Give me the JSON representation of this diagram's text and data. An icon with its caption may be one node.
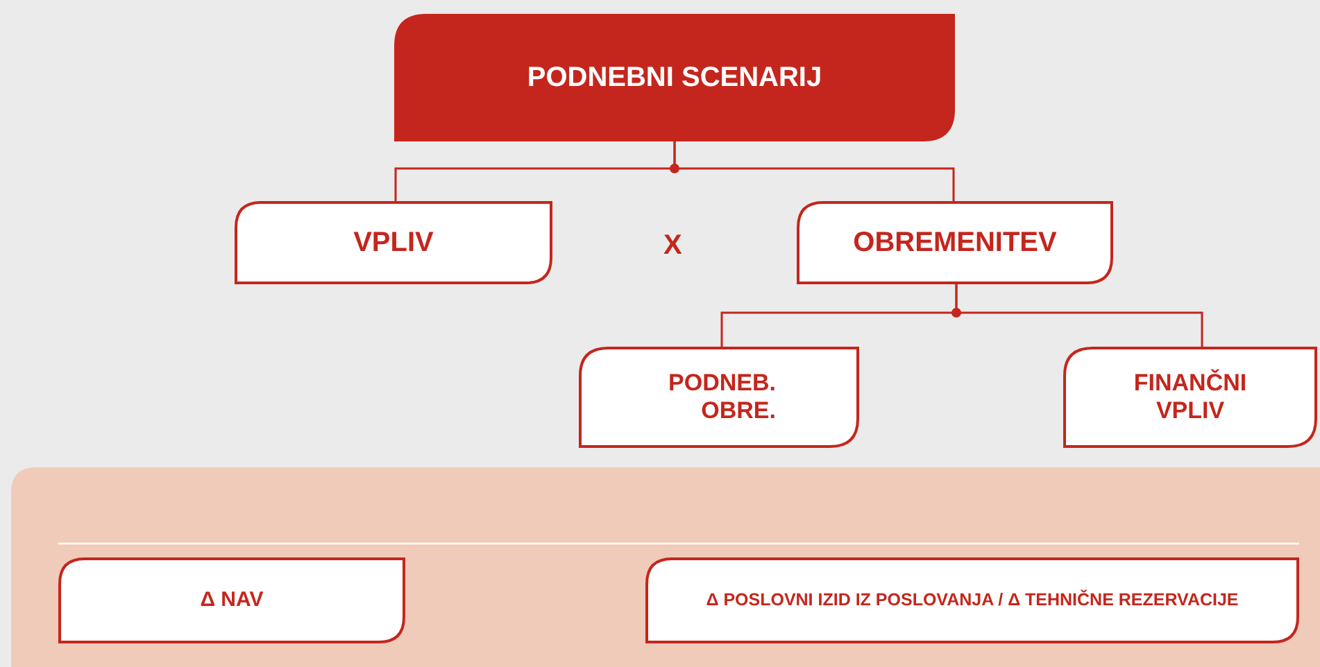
{
  "diagram": {
    "nodes": [
      {
        "text": [
          "PODNEBNI SCENARIJ"
        ]
      },
      {
        "text": [
          "VPLIV"
        ]
      },
      {
        "text": [
          "OBREMENITEV"
        ]
      },
      {
        "text": [
          "PODNEB. OBRE."
        ]
      },
      {
        "text": [
          "FINANČNI VPLIV"
        ]
      },
      {
        "text": [],
        "shape": "box"
      },
      {
        "text": [
          "Δ NAV"
        ],
        "in": 5
      },
      {
        "text": [
          "Δ POSLOVNI IZID IZ POSLOVANJA / Δ TEHNIČNE REZERVACIJE"
        ],
        "in": 5
      }
    ],
    "edges": [
      {
        "from": 0,
        "to": 1,
        "arrow": "none"
      },
      {
        "from": 0,
        "to": 2,
        "arrow": "none"
      },
      {
        "from": 2,
        "to": 3,
        "arrow": "none"
      },
      {
        "from": 2,
        "to": 4,
        "arrow": "none"
      }
    ],
    "labels": [
      "X"
    ]
  }
}
